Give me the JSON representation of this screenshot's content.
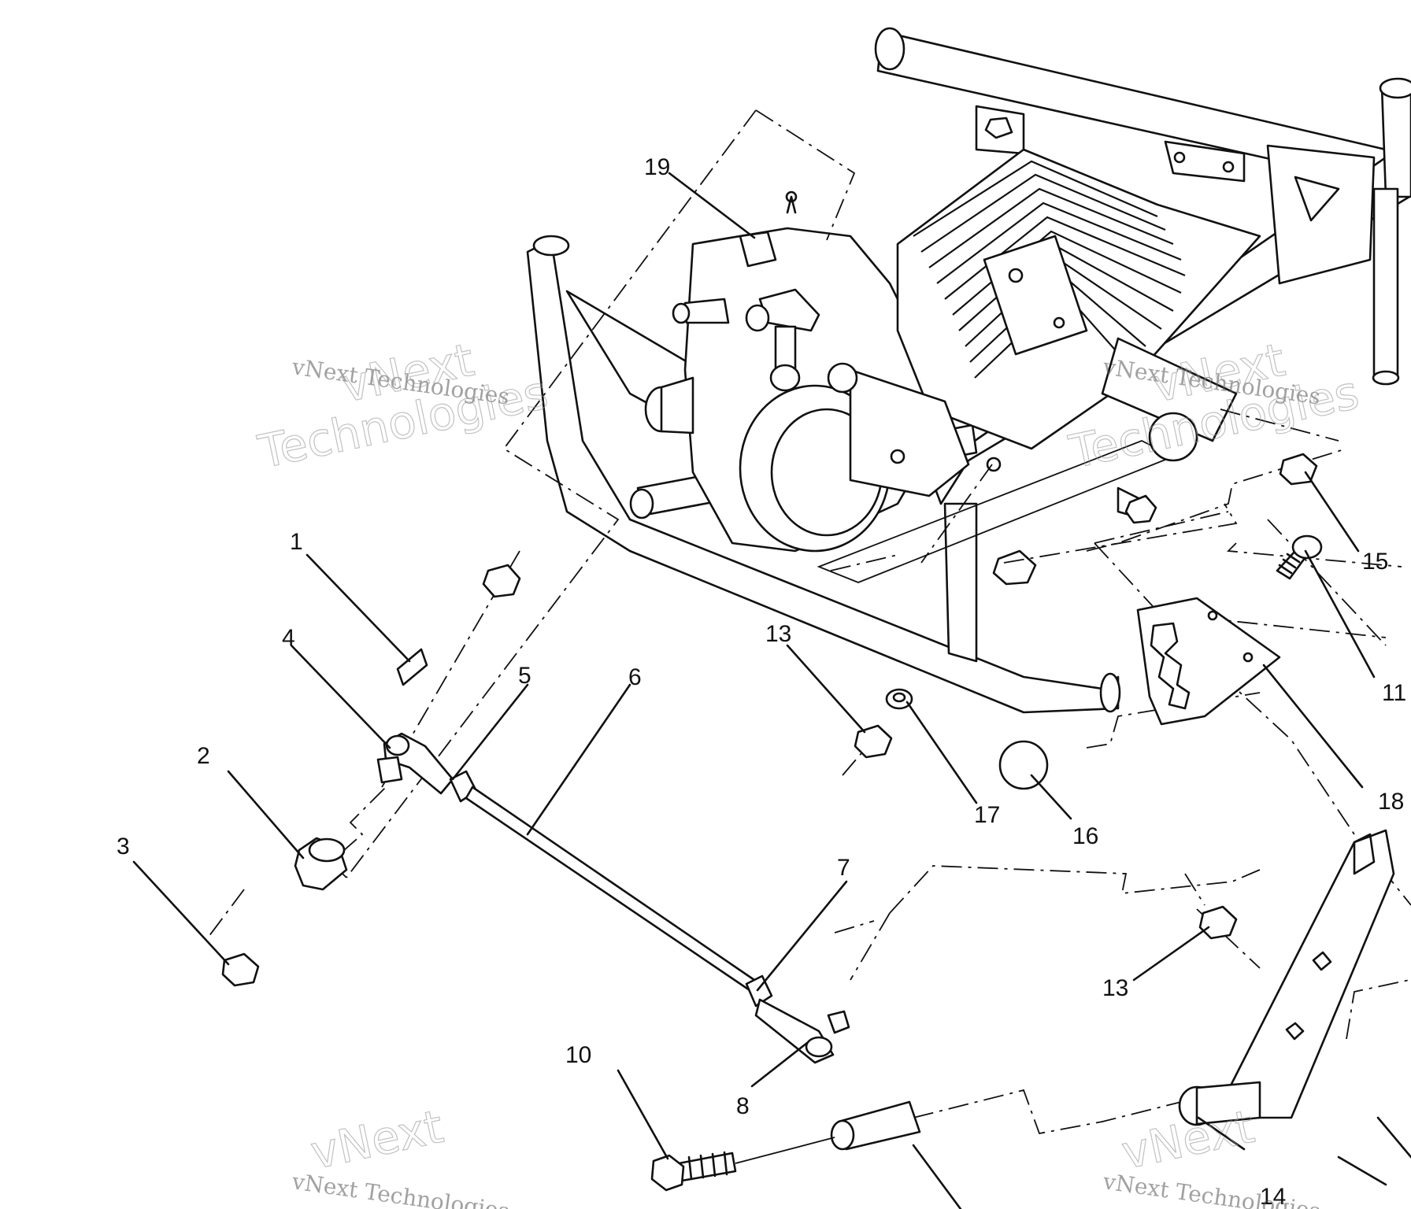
{
  "callouts": [
    {
      "id": "c1",
      "text": "1"
    },
    {
      "id": "c2",
      "text": "2"
    },
    {
      "id": "c3",
      "text": "3"
    },
    {
      "id": "c4",
      "text": "4"
    },
    {
      "id": "c5",
      "text": "5"
    },
    {
      "id": "c6",
      "text": "6"
    },
    {
      "id": "c7",
      "text": "7"
    },
    {
      "id": "c8",
      "text": "8"
    },
    {
      "id": "c10",
      "text": "10"
    },
    {
      "id": "c11",
      "text": "11"
    },
    {
      "id": "c13a",
      "text": "13"
    },
    {
      "id": "c13b",
      "text": "13"
    },
    {
      "id": "c14",
      "text": "14"
    },
    {
      "id": "c15",
      "text": "15"
    },
    {
      "id": "c16",
      "text": "16"
    },
    {
      "id": "c17",
      "text": "17"
    },
    {
      "id": "c18",
      "text": "18"
    },
    {
      "id": "c19",
      "text": "19"
    }
  ],
  "watermark": {
    "small": "vNext Technologies",
    "big_line1": "vNext",
    "big_line2": "Technologies"
  },
  "colors": {
    "ink": "#111111",
    "paper": "#ffffff",
    "watermark": "#999999"
  }
}
